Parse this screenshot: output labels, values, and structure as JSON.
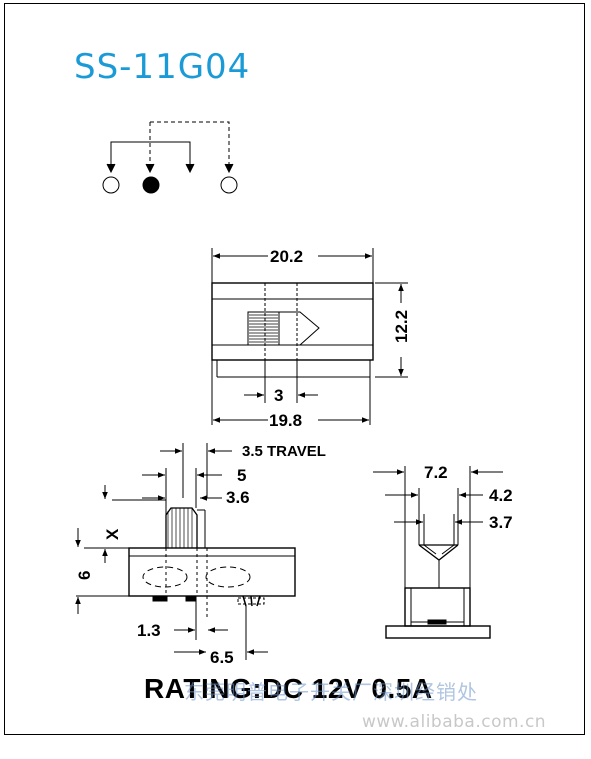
{
  "title": "SS-11G04",
  "rating": "RATING:DC 12V 0.5A",
  "watermark_cn": "东莞明普电子开关厂深圳经销处",
  "watermark_url": "www.alibaba.com.cn",
  "colors": {
    "title": "#1a9ad6",
    "ink": "#000000"
  },
  "dims": {
    "top_width": "20.2",
    "top_height": "12.2",
    "top_slot": "3",
    "top_bottom_width": "19.8",
    "travel": "3.5 TRAVEL",
    "front_5": "5",
    "front_3_6": "3.6",
    "front_x": "X",
    "front_6": "6",
    "front_1_3": "1.3",
    "front_6_5": "6.5",
    "side_7_2": "7.2",
    "side_4_2": "4.2",
    "side_3_7": "3.7"
  }
}
